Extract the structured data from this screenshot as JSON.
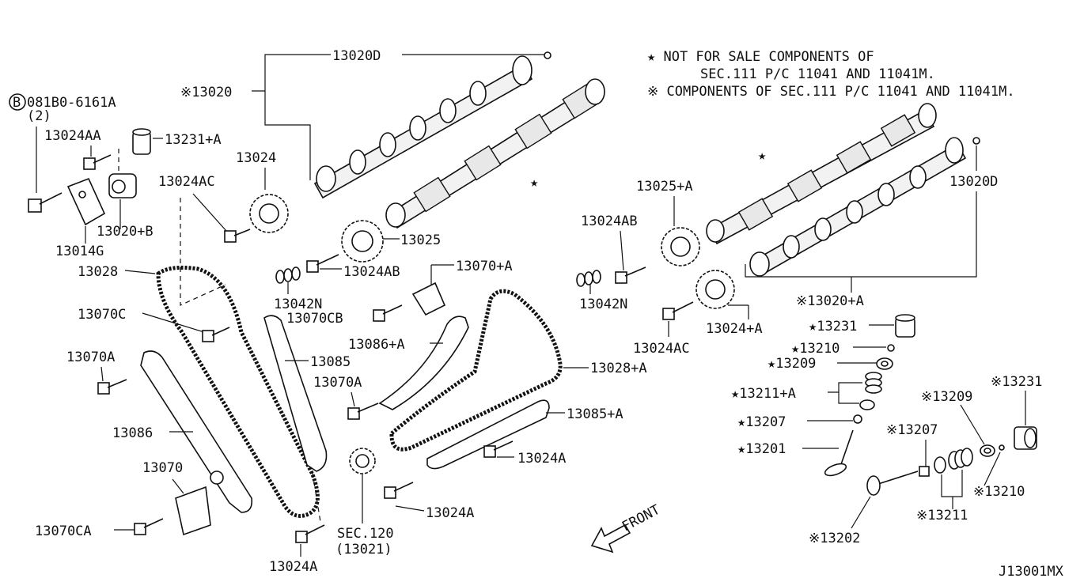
{
  "notes": {
    "line1": "★ NOT FOR SALE COMPONENTS OF",
    "line2": "SEC.111 P/C 11041 AND 11041M.",
    "line3": "※ COMPONENTS OF SEC.111 P/C 11041 AND 11041M."
  },
  "labels": {
    "l13020D_top": "13020D",
    "l13020": "※13020",
    "l081B0_a": "081B0-6161A",
    "l081B0_b": "(2)",
    "l13024AA": "13024AA",
    "l13231A": "13231+A",
    "l13024_left": "13024",
    "l13024AC_left": "13024AC",
    "l13020B": "13020+B",
    "l13014G": "13014G",
    "l13025": "13025",
    "l13024AB_left": "13024AB",
    "l13070A_top": "13070+A",
    "l13028": "13028",
    "l13042N_left": "13042N",
    "l13070C": "13070C",
    "l13070CB": "13070CB",
    "l13086A": "13086+A",
    "l13085": "13085",
    "l13070A_left": "13070A",
    "l13070A_mid": "13070A",
    "l13028A": "13028+A",
    "l13085A": "13085+A",
    "l13086": "13086",
    "l13070": "13070",
    "l13024A_mid": "13024A",
    "l13024A_low": "13024A",
    "l13070CA": "13070CA",
    "lSEC120_a": "SEC.120",
    "lSEC120_b": "(13021)",
    "l13024A_bottom": "13024A",
    "lFRONT": "FRONT",
    "l13025A": "13025+A",
    "l13024AB_right": "13024AB",
    "l13020D_right": "13020D",
    "l13042N_right": "13042N",
    "l13020A": "※13020+A",
    "l13024AC_right": "13024AC",
    "l13024A_plus": "13024+A",
    "l13231_star": "★13231",
    "l13210_star": "★13210",
    "l13209_star": "★13209",
    "l13211A_star": "★13211+A",
    "l13207_star": "★13207",
    "l13201_star": "★13201",
    "l13209_ref": "※13209",
    "l13231_ref": "※13231",
    "l13207_ref": "※13207",
    "l13210_ref": "※13210",
    "l13211_ref": "※13211",
    "l13202_ref": "※13202",
    "lDiagramId": "J13001MX",
    "bolt_symbol": "B",
    "star_mark": "★"
  }
}
